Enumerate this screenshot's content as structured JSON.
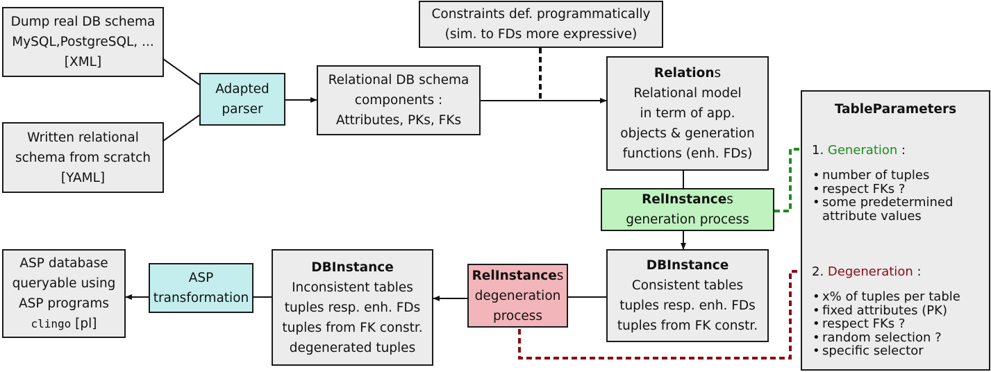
{
  "colors": {
    "box_fill": "#ececec",
    "parser_fill": "#c4eeee",
    "generation_fill": "#bff2bf",
    "degeneration_fill": "#f2b5ba",
    "generation_text": "#1e8c1e",
    "degeneration_text": "#8c0a14",
    "generation_link": "#1e8c1e",
    "degeneration_link": "#8c0a14"
  },
  "boxes": {
    "dump_schema": {
      "lines": [
        "Dump real DB schema",
        "MySQL,PostgreSQL, ...",
        "[XML]"
      ]
    },
    "written_schema": {
      "lines": [
        "Written relational",
        "schema from scratch",
        "[YAML]"
      ]
    },
    "adapted_parser": {
      "lines": [
        "Adapted",
        "parser"
      ]
    },
    "schema_components": {
      "lines": [
        "Relational DB schema",
        "components :",
        "Attributes, PKs, FKs"
      ]
    },
    "constraints": {
      "lines": [
        "Constraints def. programmatically",
        "(sim. to FDs more expressive)"
      ]
    },
    "relations": {
      "title_bold": "Relation",
      "title_suffix": "s",
      "lines": [
        "Relational model",
        "in term of app.",
        "objects & generation",
        "functions (enh. FDs)"
      ]
    },
    "relinstances_generation": {
      "title_bold": "RelInstance",
      "title_suffix": "s",
      "lines": [
        "generation process"
      ]
    },
    "dbinstance_consistent": {
      "title": "DBInstance",
      "lines": [
        "Consistent tables",
        "tuples resp. enh. FDs",
        "tuples from FK constr."
      ]
    },
    "relinstances_degeneration": {
      "title_bold": "RelInstance",
      "title_suffix": "s",
      "lines": [
        "degeneration",
        "process"
      ]
    },
    "dbinstance_inconsistent": {
      "title": "DBInstance",
      "lines": [
        "Inconsistent tables",
        "tuples resp. enh. FDs",
        "tuples from FK constr.",
        "degenerated tuples"
      ]
    },
    "asp_transformation": {
      "lines": [
        "ASP",
        "transformation"
      ]
    },
    "asp_database": {
      "lines": [
        "ASP database",
        "queryable using",
        "ASP programs"
      ],
      "mono": "clingo",
      "suffix": " [pl]"
    }
  },
  "table_parameters": {
    "title": "TableParameters",
    "generation": {
      "number": "1. ",
      "label": "Generation",
      "colon": " :",
      "items": [
        "number of tuples",
        "respect FKs ?",
        "some predetermined"
      ],
      "continuation": "attribute values"
    },
    "degeneration": {
      "number": "2. ",
      "label": "Degeneration",
      "colon": " :",
      "items": [
        "x% of tuples per table",
        "fixed attributes (PK)",
        "respect FKs ?",
        "random selection ?",
        "specific selector"
      ]
    }
  }
}
